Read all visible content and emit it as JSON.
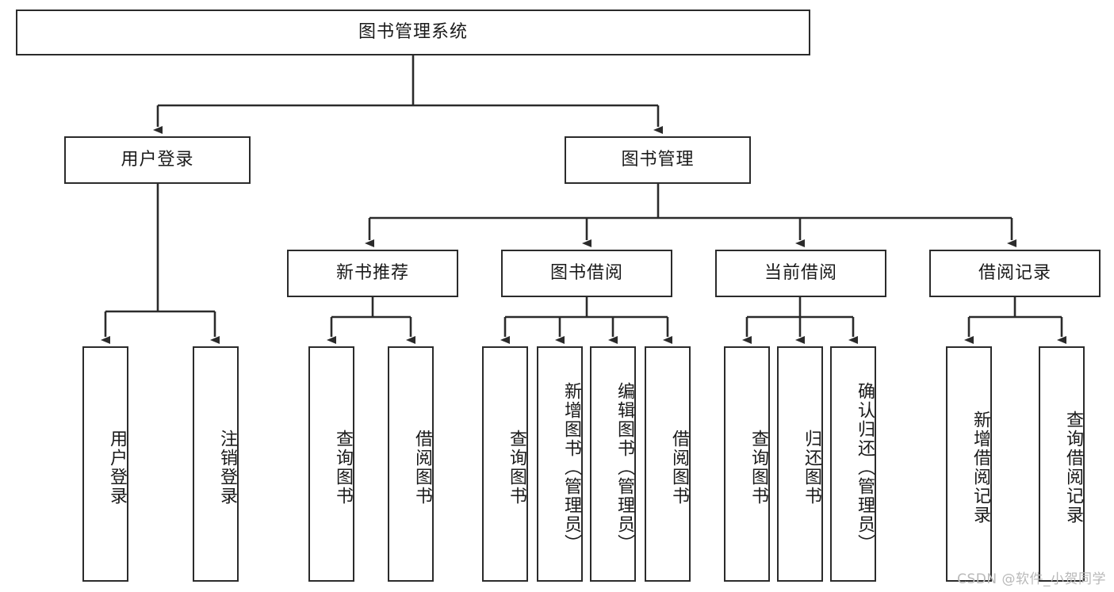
{
  "diagram": {
    "title": "图书管理系统",
    "type": "tree",
    "colors": {
      "stroke": "#2b2b2b",
      "fill": "#ffffff",
      "text": "#1a1a1a",
      "watermark": "#b9b9b9"
    },
    "root": {
      "label": "图书管理系统"
    },
    "level2": [
      {
        "label": "用户登录"
      },
      {
        "label": "图书管理"
      }
    ],
    "level3": [
      {
        "label": "新书推荐"
      },
      {
        "label": "图书借阅"
      },
      {
        "label": "当前借阅"
      },
      {
        "label": "借阅记录"
      }
    ],
    "leaves": {
      "user_login": [
        {
          "label": "用户登录"
        },
        {
          "label": "注销登录"
        }
      ],
      "new_book_recommend": [
        {
          "label": "查询图书"
        },
        {
          "label": "借阅图书"
        }
      ],
      "book_borrow": [
        {
          "label": "查询图书"
        },
        {
          "label": "新增图书（管理员）"
        },
        {
          "label": "编辑图书（管理员）"
        },
        {
          "label": "借阅图书"
        }
      ],
      "current_borrow": [
        {
          "label": "查询图书"
        },
        {
          "label": "归还图书"
        },
        {
          "label": "确认归还（管理员）"
        }
      ],
      "borrow_record": [
        {
          "label": "新增借阅记录"
        },
        {
          "label": "查询借阅记录"
        }
      ]
    }
  },
  "watermark": {
    "text": "CSDN @软件_小贺同学"
  }
}
